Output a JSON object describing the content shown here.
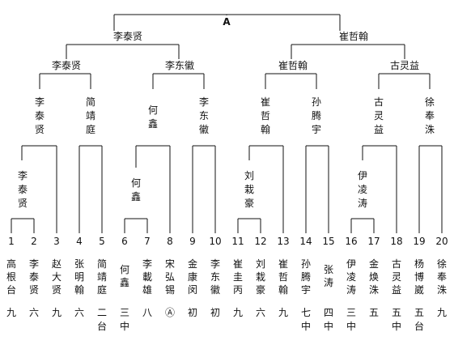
{
  "bracket_label": "A",
  "final": {
    "left": "李泰贤",
    "right": "崔哲翰"
  },
  "semis": [
    "李泰贤",
    "李东徽",
    "崔哲翰",
    "古灵益"
  ],
  "quarters": [
    "李泰贤",
    "简靖庭",
    "何鑫",
    "李东徽",
    "崔哲翰",
    "孙腾宇",
    "古灵益",
    "徐奉洙"
  ],
  "r1_winners": {
    "g1": "李泰贤",
    "g2": "何鑫",
    "g3": "刘栽豪",
    "g4": "伊凌涛"
  },
  "players": [
    {
      "seed": "1",
      "name": "高根台",
      "rank": "九"
    },
    {
      "seed": "2",
      "name": "李泰贤",
      "rank": "六"
    },
    {
      "seed": "3",
      "name": "赵大贤",
      "rank": "九"
    },
    {
      "seed": "4",
      "name": "张明翰",
      "rank": "六"
    },
    {
      "seed": "5",
      "name": "简靖庭",
      "rank": "二台"
    },
    {
      "seed": "6",
      "name": "何鑫",
      "rank": "三中"
    },
    {
      "seed": "7",
      "name": "李載雄",
      "rank": "八"
    },
    {
      "seed": "8",
      "name": "宋弘锡",
      "rank": "Ⓐ"
    },
    {
      "seed": "9",
      "name": "金康闵",
      "rank": "初"
    },
    {
      "seed": "10",
      "name": "李东徽",
      "rank": "初"
    },
    {
      "seed": "11",
      "name": "崔圭丙",
      "rank": "九"
    },
    {
      "seed": "12",
      "name": "刘栽豪",
      "rank": "六"
    },
    {
      "seed": "13",
      "name": "崔哲翰",
      "rank": "九"
    },
    {
      "seed": "14",
      "name": "孙腾宇",
      "rank": "七中"
    },
    {
      "seed": "15",
      "name": "张涛",
      "rank": "四中"
    },
    {
      "seed": "16",
      "name": "伊凌涛",
      "rank": "三中"
    },
    {
      "seed": "17",
      "name": "金焕洙",
      "rank": "五"
    },
    {
      "seed": "18",
      "name": "古灵益",
      "rank": "五中"
    },
    {
      "seed": "19",
      "name": "杨博崴",
      "rank": "五台"
    },
    {
      "seed": "20",
      "name": "徐奉洙",
      "rank": "九"
    }
  ]
}
